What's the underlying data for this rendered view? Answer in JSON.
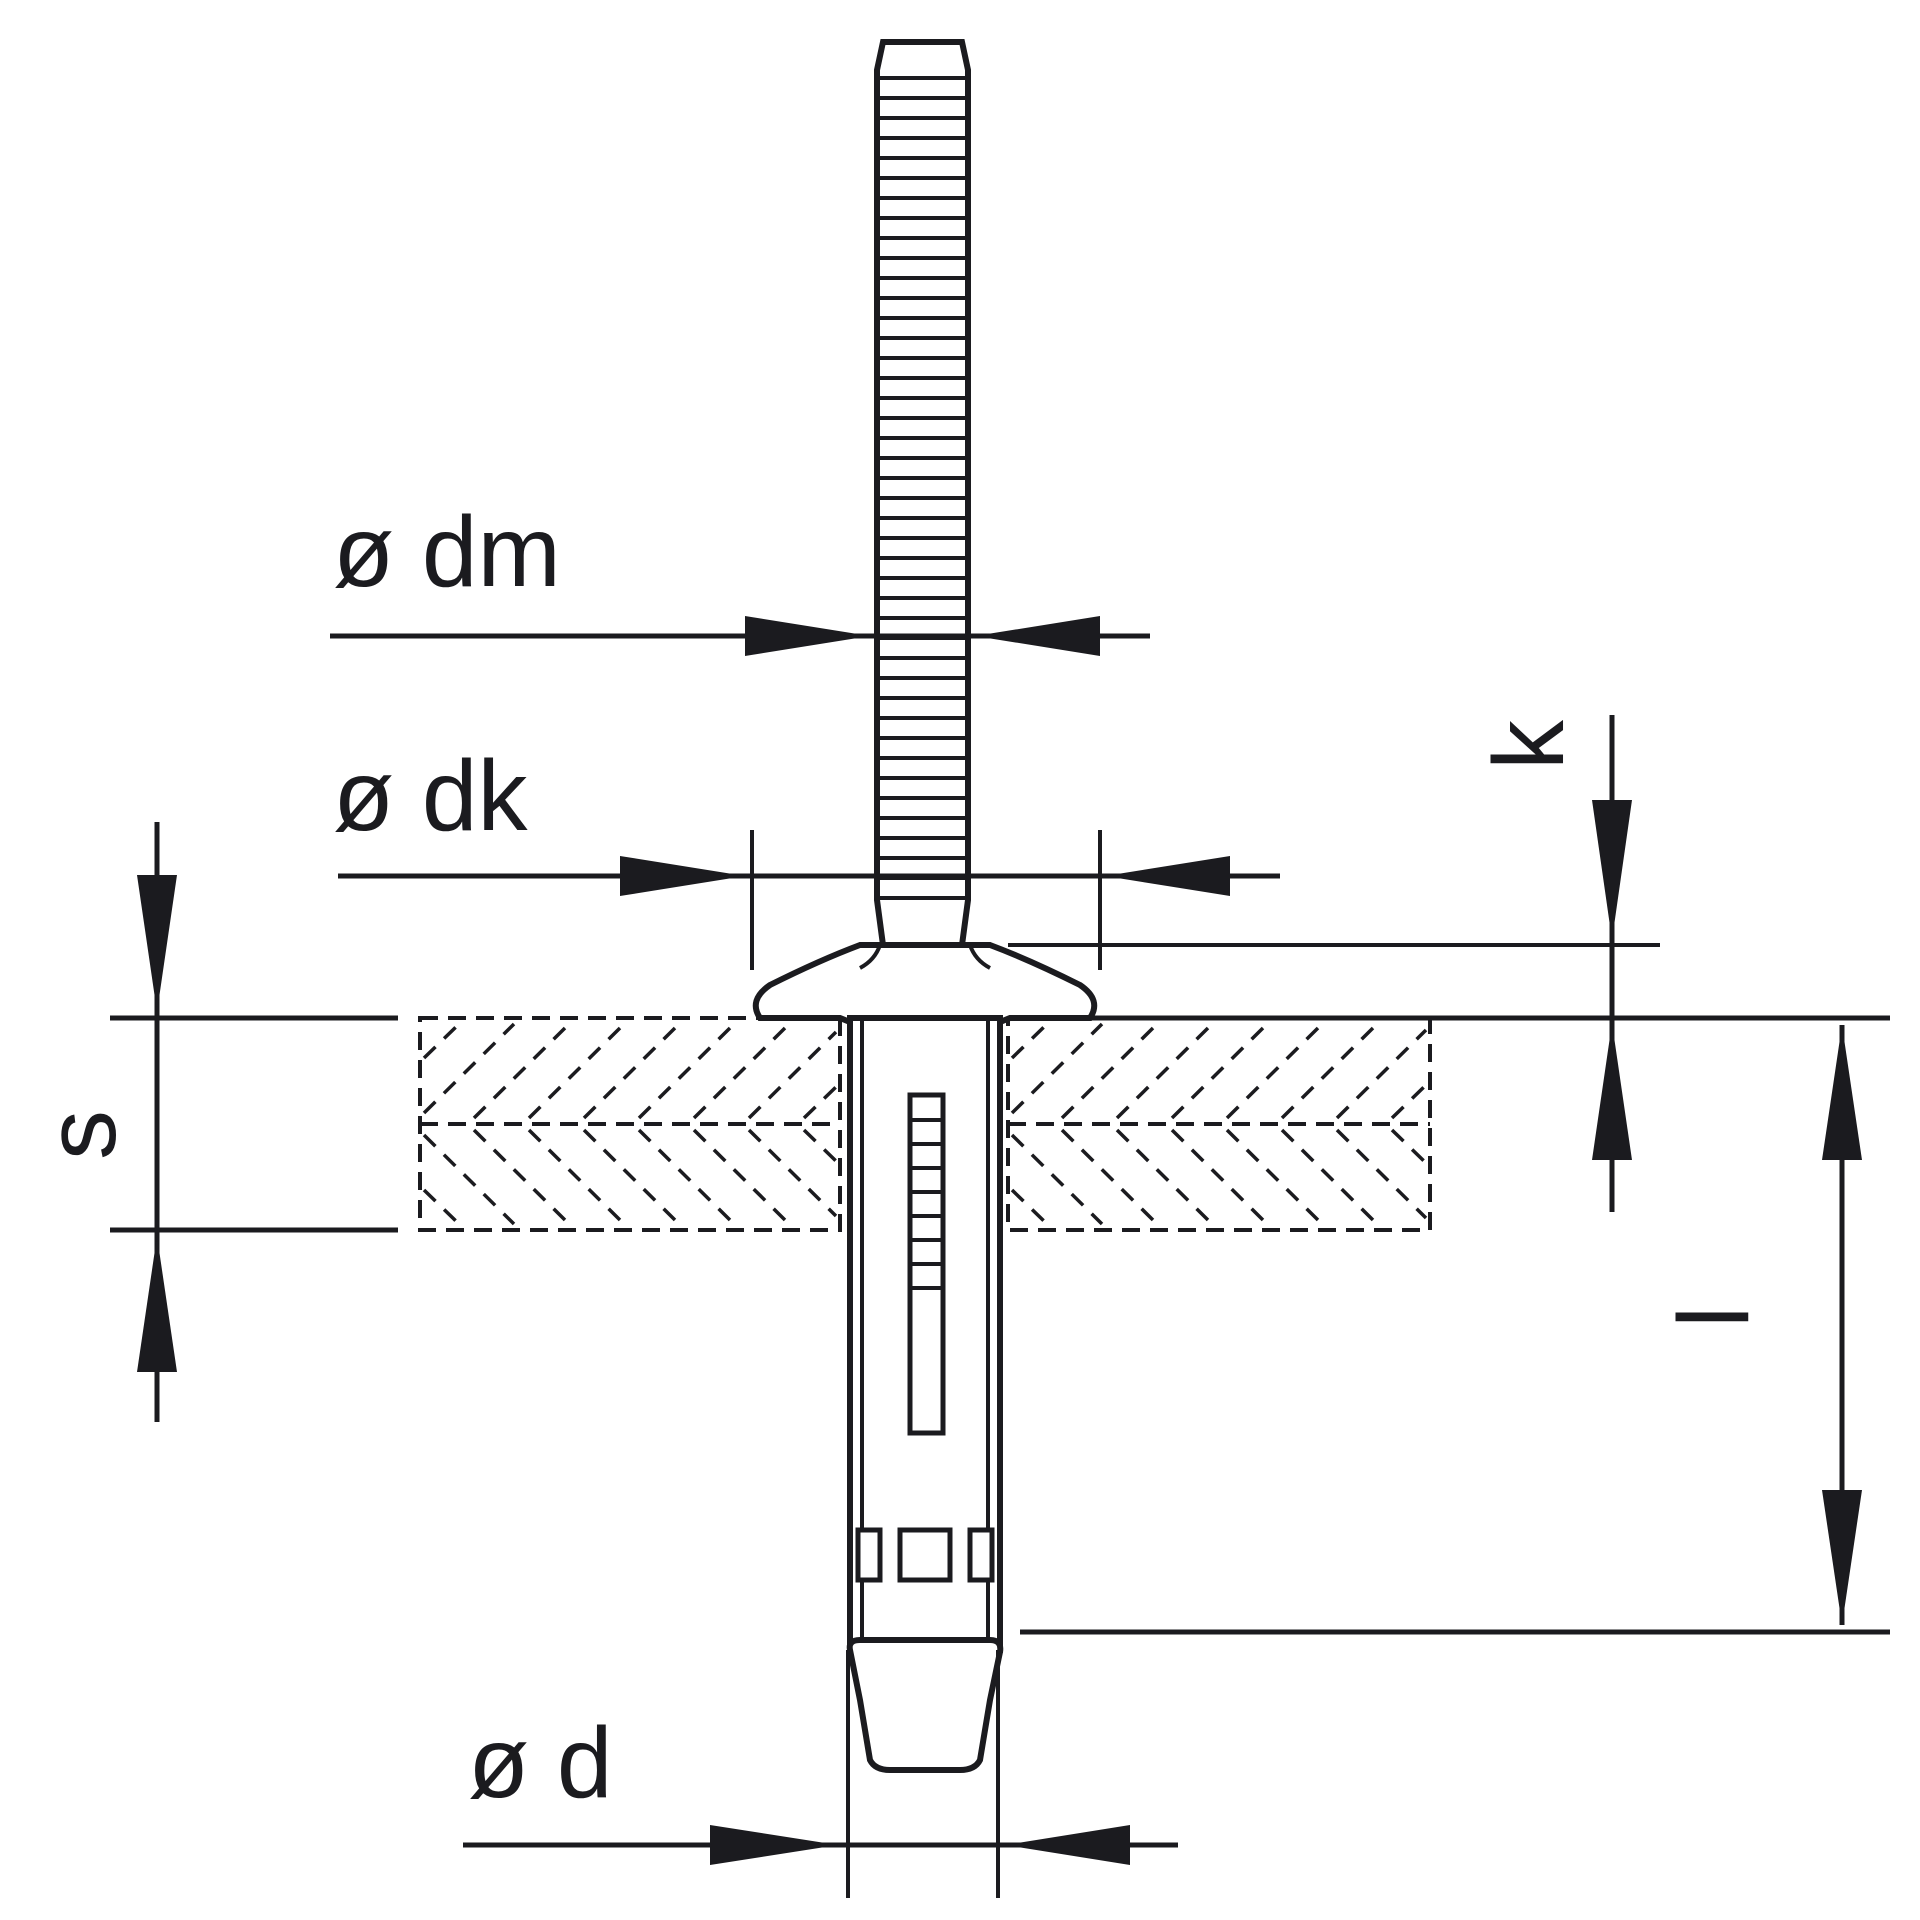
{
  "labels": {
    "dm": "ø dm",
    "dk": "ø dk",
    "d": "ø d",
    "k": "k",
    "s": "s",
    "l": "l"
  }
}
